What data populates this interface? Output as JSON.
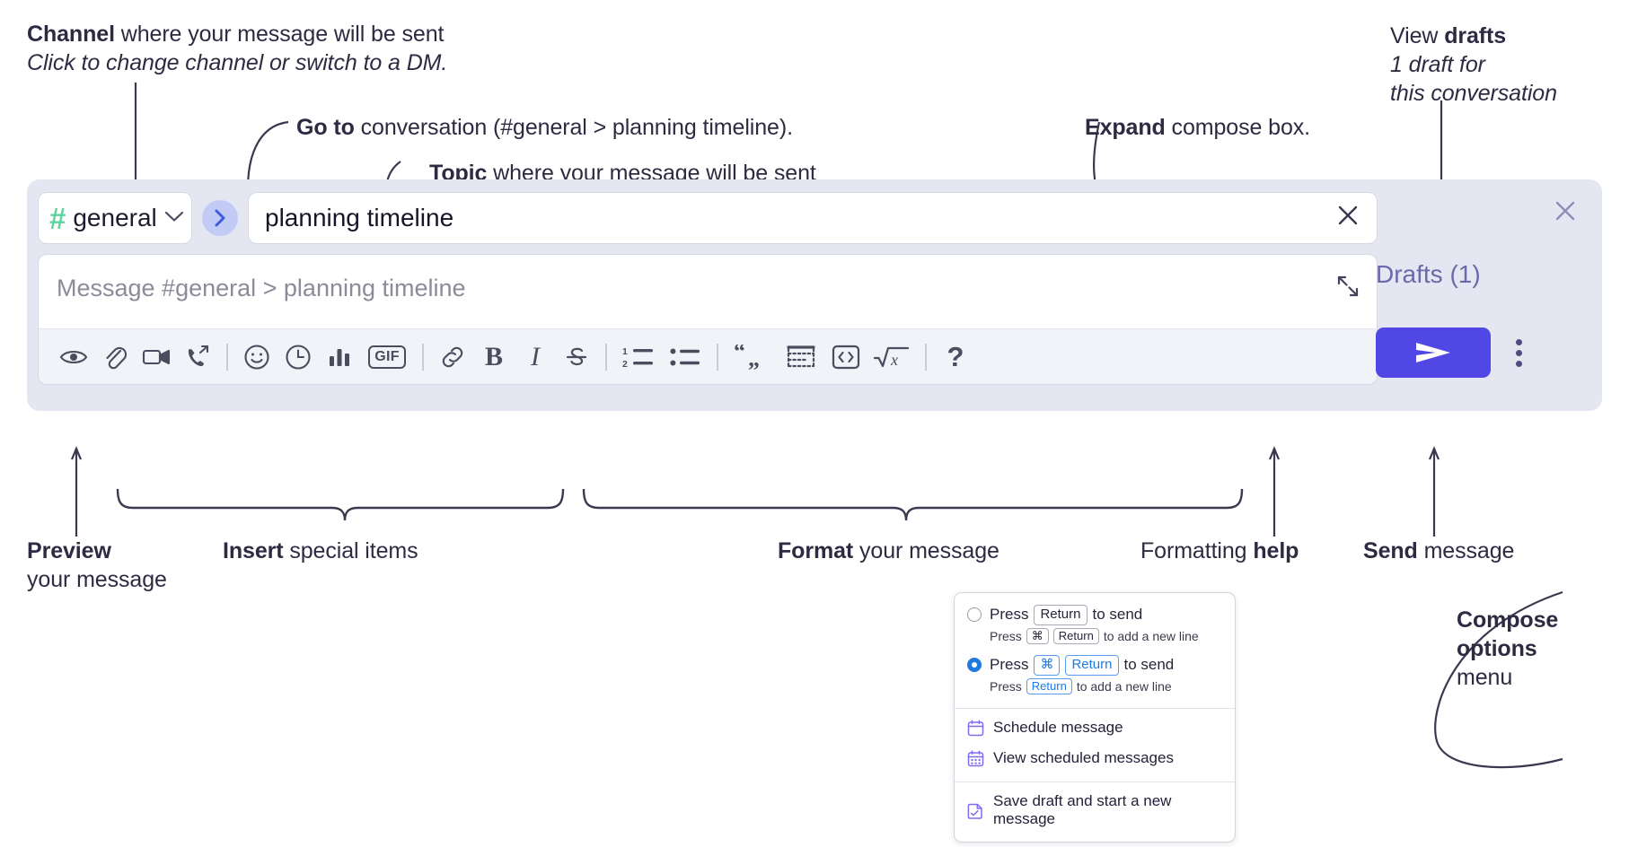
{
  "annotations": {
    "channel": {
      "bold": "Channel",
      "rest": " where your message will be sent",
      "italic": "Click to change channel or switch to a DM."
    },
    "goto": {
      "bold": "Go to",
      "rest": " conversation (#general > planning timeline)."
    },
    "topic": {
      "bold": "Topic",
      "rest": " where your message will be sent"
    },
    "expand": {
      "bold": "Expand",
      "rest": " compose box."
    },
    "drafts": {
      "normal": "View ",
      "bold": "drafts",
      "italic_line1": "1 draft for",
      "italic_line2": "this conversation"
    },
    "preview": {
      "bold": "Preview",
      "line2": "your message"
    },
    "insert": {
      "bold": "Insert",
      "rest": " special items"
    },
    "format": {
      "bold": "Format",
      "rest": " your message"
    },
    "help": {
      "normal": "Formatting ",
      "bold": "help"
    },
    "send": {
      "bold": "Send",
      "rest": " message"
    },
    "compose_options": {
      "bold_line1": "Compose",
      "bold_line2": "options",
      "line3": "menu"
    }
  },
  "compose": {
    "channel": {
      "hash": "#",
      "name": "general",
      "chevron": "⌄"
    },
    "goto_button": "›",
    "topic": {
      "value": "planning timeline",
      "clear": "✕"
    },
    "message": {
      "placeholder": "Message #general > planning timeline"
    },
    "toolbar": [
      {
        "name": "preview-icon",
        "label": "Preview"
      },
      {
        "name": "attachment-icon",
        "label": "Attach file"
      },
      {
        "name": "video-icon",
        "label": "Record video clip"
      },
      {
        "name": "huddle-icon",
        "label": "Start huddle"
      },
      {
        "name": "separator",
        "label": ""
      },
      {
        "name": "emoji-icon",
        "label": "Emoji"
      },
      {
        "name": "clock-icon",
        "label": "Reminder"
      },
      {
        "name": "poll-icon",
        "label": "Poll"
      },
      {
        "name": "gif-icon",
        "label": "GIF"
      },
      {
        "name": "separator",
        "label": ""
      },
      {
        "name": "link-icon",
        "label": "Link"
      },
      {
        "name": "bold-icon",
        "label": "B"
      },
      {
        "name": "italic-icon",
        "label": "I"
      },
      {
        "name": "strikethrough-icon",
        "label": "Strikethrough"
      },
      {
        "name": "separator",
        "label": ""
      },
      {
        "name": "ordered-list-icon",
        "label": "Ordered list"
      },
      {
        "name": "bulleted-list-icon",
        "label": "Bulleted list"
      },
      {
        "name": "separator",
        "label": ""
      },
      {
        "name": "blockquote-icon",
        "label": "Blockquote"
      },
      {
        "name": "code-block-icon",
        "label": "Code block"
      },
      {
        "name": "inline-code-icon",
        "label": "Code"
      },
      {
        "name": "math-icon",
        "label": "Math"
      },
      {
        "name": "separator",
        "label": ""
      },
      {
        "name": "help-icon",
        "label": "?"
      }
    ],
    "rail": {
      "close": "✕",
      "drafts_label": "Drafts (1)",
      "send_label": "Send",
      "kebab_label": "More compose options"
    }
  },
  "menu": {
    "options": [
      {
        "selected": false,
        "main_pre": "Press",
        "main_key": "Return",
        "main_post": "to send",
        "sub_pre": "Press",
        "sub_key1": "⌘",
        "sub_key2": "Return",
        "sub_post": "to add a new line",
        "key_style": "plain"
      },
      {
        "selected": true,
        "main_pre": "Press",
        "main_key1": "⌘",
        "main_key2": "Return",
        "main_post": "to send",
        "sub_pre": "Press",
        "sub_key": "Return",
        "sub_post": "to add a new line",
        "key_style": "blue"
      }
    ],
    "items": [
      {
        "icon": "calendar-icon",
        "label": "Schedule message"
      },
      {
        "icon": "calendar-grid-icon",
        "label": "View scheduled messages"
      },
      {
        "icon": "save-draft-icon",
        "label": "Save draft and start a new message"
      }
    ]
  },
  "colors": {
    "compose_bg": "#e4e6f2",
    "send_button": "#5147e5",
    "hash_green": "#5ed39e",
    "goto_circle": "#c2cbf6",
    "drafts_text": "#6a69ab",
    "radio_blue": "#1f7ae0",
    "menu_icon_purple": "#7b6cf0"
  }
}
